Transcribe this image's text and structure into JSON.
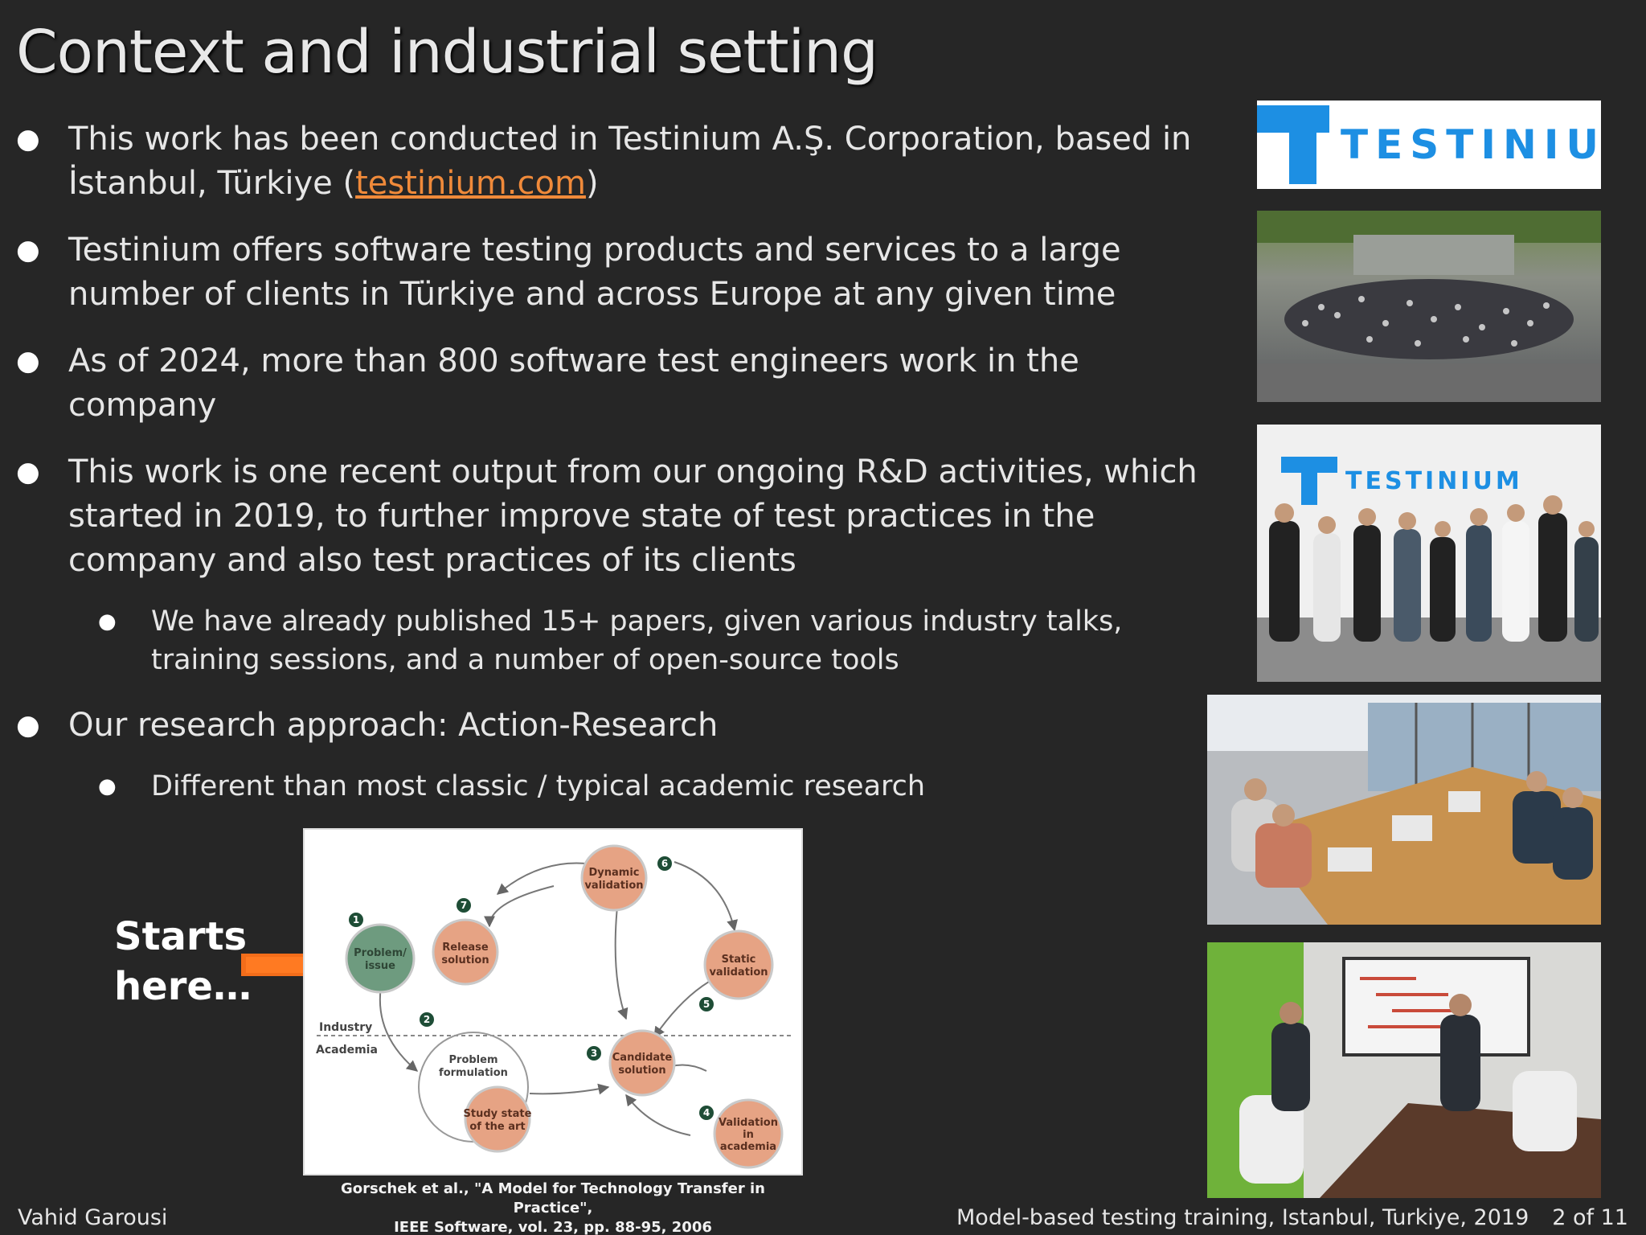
{
  "title": "Context and industrial setting",
  "bullets": {
    "b1_text": "This work has been conducted in Testinium A.Ş. Corporation, based in İstanbul, Türkiye (",
    "b1_link": "testinium.com",
    "b1_tail": ")",
    "b2": "Testinium offers software testing products and services to a large number of clients in Türkiye and across Europe at any given time",
    "b3": "As of 2024, more than 800 software test engineers work in the company",
    "b4": "This work is one recent output from our ongoing R&D activities, which started in 2019, to further improve state of test practices in the company and also test practices of its clients",
    "b4_sub": "We have already published 15+ papers, given various industry talks, training sessions, and a number of open-source tools",
    "b5": "Our research approach: Action-Research",
    "b5_sub": "Different than most classic / typical academic research"
  },
  "logo": {
    "text": "TESTINIUM"
  },
  "photo_logo_text": "TESTINIUM",
  "starts_here": {
    "line1": "Starts",
    "line2": "here…"
  },
  "diagram": {
    "nodes": {
      "n1": "Problem/\nissue",
      "n2": "Problem\nformulation",
      "n2b": "Study state\nof the art",
      "n3": "Candidate\nsolution",
      "n4": "Validation\nin\nacademia",
      "n5": "Static\nvalidation",
      "n6": "Dynamic\nvalidation",
      "n7": "Release\nsolution"
    },
    "numbers": [
      "1",
      "2",
      "3",
      "4",
      "5",
      "6",
      "7"
    ],
    "industry": "Industry",
    "academia": "Academia"
  },
  "citation": {
    "line1": "Gorschek et al., \"A Model for Technology Transfer in Practice\",",
    "line2": "IEEE Software, vol. 23, pp. 88-95, 2006"
  },
  "footer": {
    "author": "Vahid Garousi",
    "event": "Model-based testing training, Istanbul, Turkiye, 2019",
    "page": "2 of 11"
  }
}
